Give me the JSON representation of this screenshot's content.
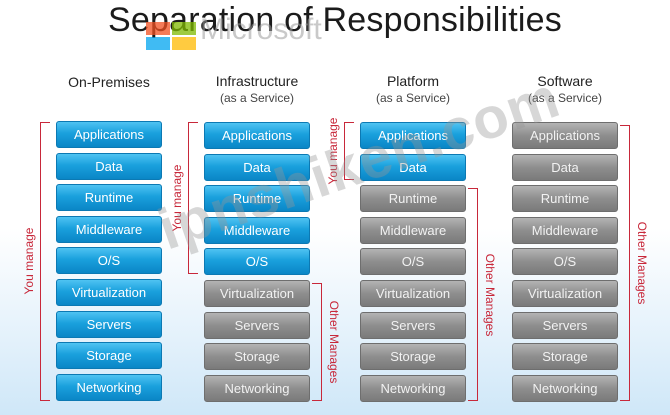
{
  "title": "Separation of Responsibilities",
  "logo_text": "Microsoft",
  "logo_colors": [
    "#f25022",
    "#7fba00",
    "#00a4ef",
    "#ffb900"
  ],
  "watermark": "ipnshiken.com",
  "labels": {
    "you_manage": "You manage",
    "other_manages": "Other Manages"
  },
  "layers": [
    "Applications",
    "Data",
    "Runtime",
    "Middleware",
    "O/S",
    "Virtualization",
    "Servers",
    "Storage",
    "Networking"
  ],
  "columns": [
    {
      "title": "On-Premises",
      "subtitle": "",
      "you_manage_count": 9
    },
    {
      "title": "Infrastructure",
      "subtitle": "(as a Service)",
      "you_manage_count": 5
    },
    {
      "title": "Platform",
      "subtitle": "(as a Service)",
      "you_manage_count": 2
    },
    {
      "title": "Software",
      "subtitle": "(as a Service)",
      "you_manage_count": 0
    }
  ],
  "colors": {
    "managed": "#1aa0dd",
    "other": "#8e8e8e",
    "bracket": "#c8283a"
  }
}
